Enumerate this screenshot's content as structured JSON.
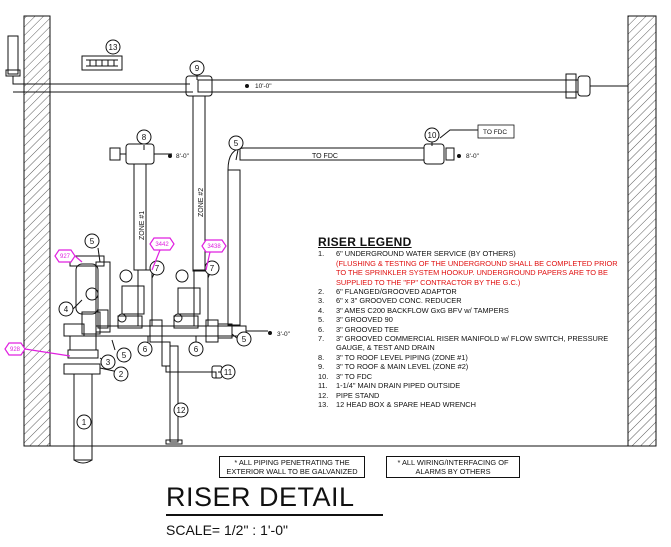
{
  "legend": {
    "title": "RISER LEGEND",
    "items": [
      {
        "num": "1.",
        "text": "6\" UNDERGROUND WATER SERVICE (BY OTHERS)"
      },
      {
        "num": "",
        "text": "(FLUSHING & TESTING OF THE UNDERGROUND SHALL BE COMPLETED PRIOR TO THE SPRINKLER SYSTEM HOOKUP. UNDERGROUND PAPERS ARE TO BE SUPPLIED TO THE \"FP\" CONTRACTOR BY THE G.C.)",
        "color": "#e01010"
      },
      {
        "num": "2.",
        "text": "6\" FLANGED/GROOVED ADAPTOR"
      },
      {
        "num": "3.",
        "text": "6\" x 3\" GROOVED CONC. REDUCER"
      },
      {
        "num": "4.",
        "text": "3\" AMES C200 BACKFLOW GxG BFV w/ TAMPERS"
      },
      {
        "num": "5.",
        "text": "3\" GROOVED 90"
      },
      {
        "num": "6.",
        "text": "3\" GROOVED TEE"
      },
      {
        "num": "7.",
        "text": "3\" GROOVED COMMERCIAL RISER MANIFOLD w/ FLOW SWITCH, PRESSURE GAUGE, & TEST AND DRAIN"
      },
      {
        "num": "8.",
        "text": "3\" TO ROOF LEVEL PIPING (ZONE #1)"
      },
      {
        "num": "9.",
        "text": "3\" TO ROOF & MAIN LEVEL (ZONE #2)"
      },
      {
        "num": "10.",
        "text": "3\" TO FDC"
      },
      {
        "num": "11.",
        "text": "1-1/4\" MAIN DRAIN PIPED OUTSIDE"
      },
      {
        "num": "12.",
        "text": "PIPE STAND"
      },
      {
        "num": "13.",
        "text": "12 HEAD BOX & SPARE HEAD WRENCH"
      }
    ]
  },
  "notes": {
    "galvanized": "* ALL PIPING PENETRATING THE EXTERIOR WALL TO BE GALVANIZED",
    "alarms": "* ALL WIRING/INTERFACING OF ALARMS BY OTHERS"
  },
  "title": {
    "main": "RISER DETAIL",
    "scale": "SCALE= 1/2\" : 1'-0\""
  },
  "diagram": {
    "pipe_labels": {
      "to_fdc": "TO FDC",
      "to_fdc_box": "TO FDC",
      "zone1": "ZONE #1",
      "zone2": "ZONE #2"
    },
    "dimensions": {
      "top_run": "10'-0\"",
      "zone1_out": "8'-0\"",
      "fdc_out": "8'-0\"",
      "drain_out": "3'-0\""
    },
    "callouts": {
      "c1": "1",
      "c2": "2",
      "c3": "3",
      "c4": "4",
      "c5a": "5",
      "c5b": "5",
      "c5c": "5",
      "c5d": "5",
      "c6a": "6",
      "c6b": "6",
      "c7a": "7",
      "c7b": "7",
      "c8": "8",
      "c9": "9",
      "c10": "10",
      "c11": "11",
      "c12": "12",
      "c13": "13"
    },
    "tags": {
      "t927": "927",
      "t928": "928",
      "t3442": "3442",
      "t3438": "3438"
    },
    "colors": {
      "line": "#111111",
      "tag": "#e020e0",
      "wall_hatch": "#333333"
    }
  }
}
